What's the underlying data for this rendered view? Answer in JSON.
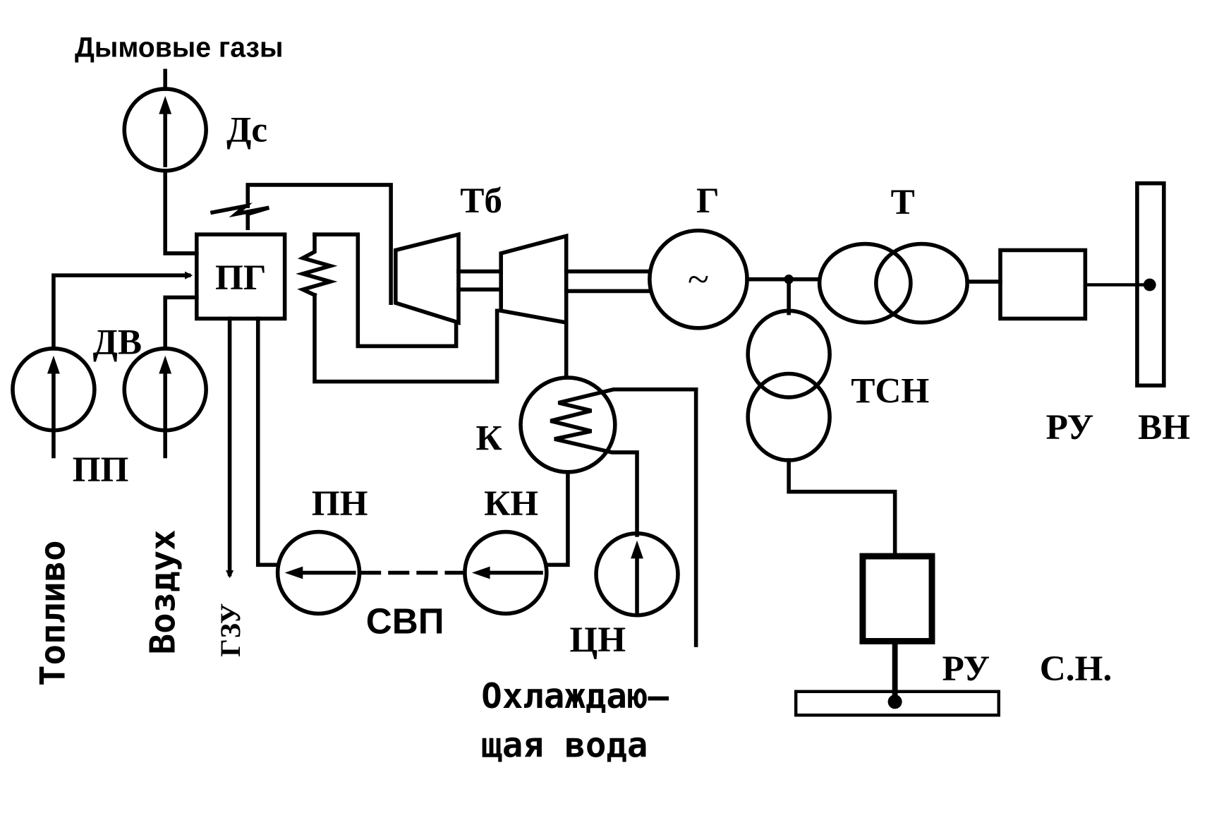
{
  "diagram": {
    "labels": {
      "flue_gas": "Дымовые газы",
      "ds": "Дс",
      "pg": "ПГ",
      "tb": "Тб",
      "g": "Г",
      "t": "Т",
      "tsn": "ТСН",
      "ru_vn_1": "РУ",
      "ru_vn_2": "ВН",
      "dv": "ДВ",
      "pp": "ПП",
      "fuel": "Топливо",
      "air": "Воздух",
      "gzu": "ГЗУ",
      "k": "К",
      "pn": "ПН",
      "kn": "КН",
      "svp": "СВП",
      "tsn_pump": "ЦН",
      "cooling_water_1": "Охлаждаю–",
      "cooling_water_2": "щая вода",
      "ru_sn_1": "РУ",
      "ru_sn_2": "С.Н."
    },
    "generator_symbol": "~"
  }
}
